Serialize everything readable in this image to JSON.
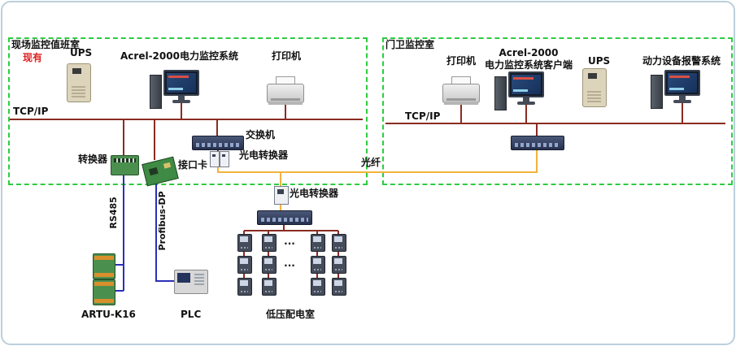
{
  "colors": {
    "bus": "#8a2b22",
    "fieldbus": "#2a2fb8",
    "fiber": "#f2b33d",
    "room_border": "#2ecc40",
    "status_red": "#e02020"
  },
  "left_room": {
    "title": "现场监控值班室",
    "status": "现有",
    "ups": "UPS",
    "system": "Acrel-2000电力监控系统",
    "printer": "打印机",
    "tcpip": "TCP/IP",
    "converter": "转换器",
    "interface_card": "接口卡",
    "switch": "交换机",
    "optical_converter": "光电转换器",
    "rs485": "RS485",
    "profibus": "Profibus-DP",
    "artu": "ARTU-K16",
    "plc": "PLC"
  },
  "middle": {
    "fiber": "光纤",
    "optical_converter": "光电转换器",
    "room": "低压配电室",
    "ellipsis": "..."
  },
  "right_room": {
    "title": "门卫监控室",
    "printer": "打印机",
    "client_line1": "Acrel-2000",
    "client_line2": "电力监控系统客户端",
    "ups": "UPS",
    "alarm_system": "动力设备报警系统",
    "tcpip": "TCP/IP"
  }
}
